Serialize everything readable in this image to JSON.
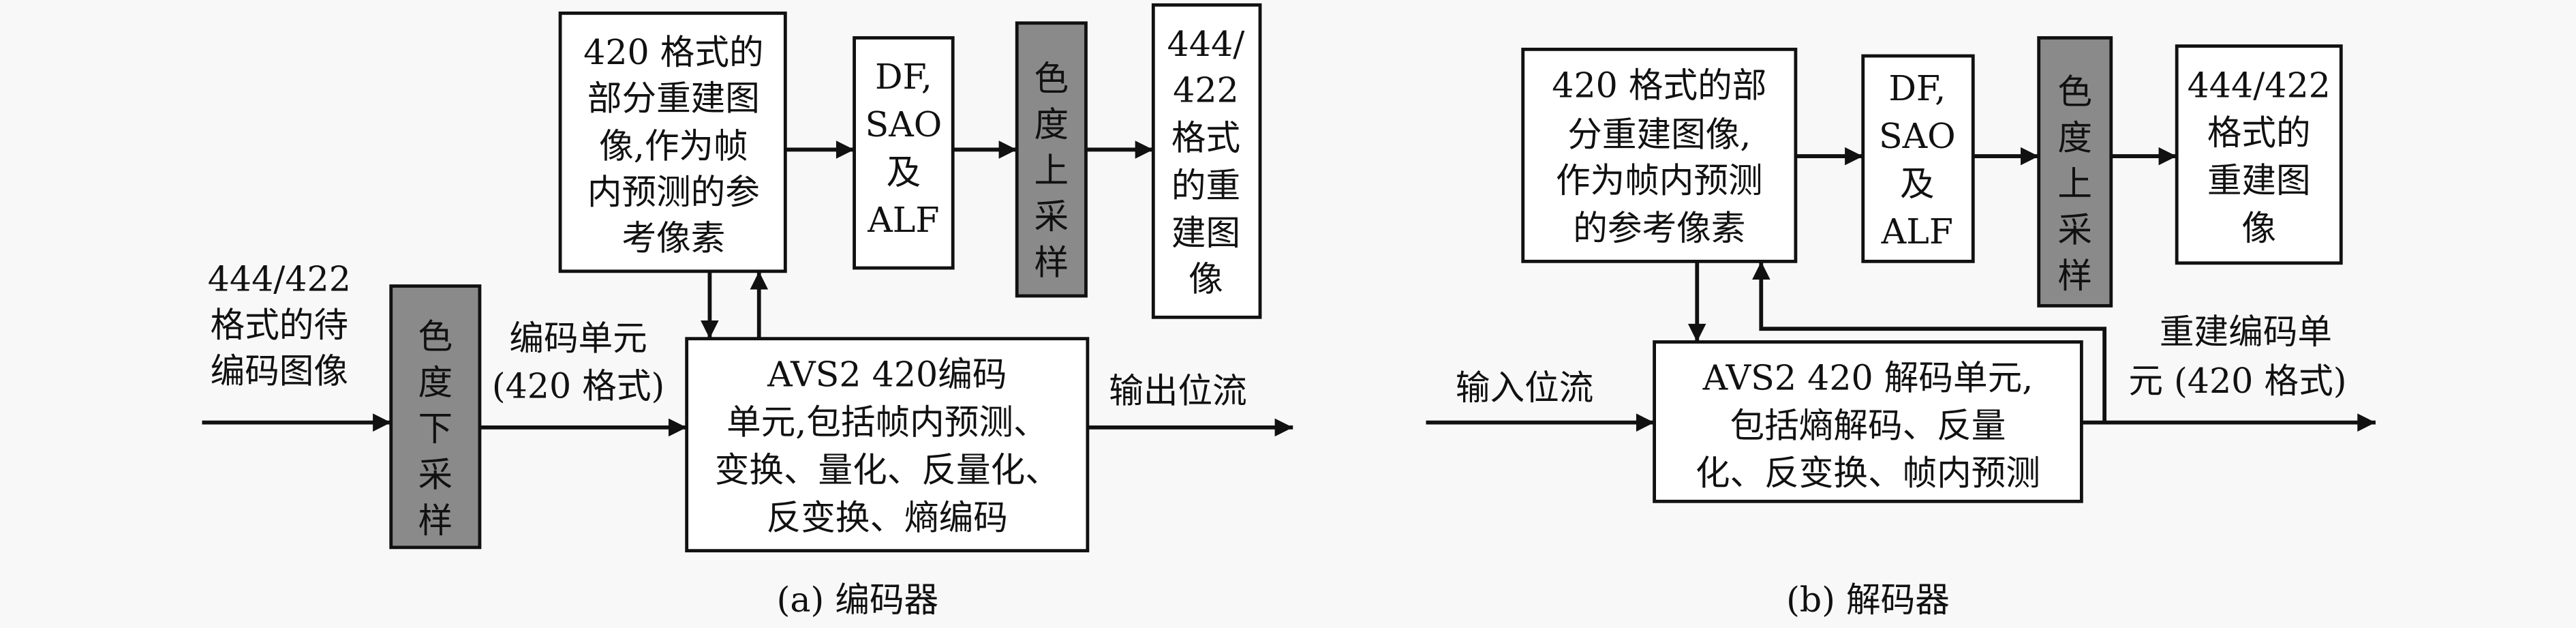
{
  "encoder": {
    "caption": "(a) 编码器",
    "input_label": [
      "444/422",
      "格式的待",
      "编码图像"
    ],
    "downsample": [
      "色",
      "度",
      "下",
      "采",
      "样"
    ],
    "cu_label": [
      "编码单元",
      "(420 格式)"
    ],
    "avs2_box": [
      "AVS2 420编码",
      "单元,包括帧内预测、",
      "变换、量化、反量化、",
      "反变换、熵编码"
    ],
    "output_label": "输出位流",
    "recon_box": [
      "420 格式的",
      "部分重建图",
      "像,作为帧",
      "内预测的参",
      "考像素"
    ],
    "filter_box": [
      "DF,",
      "SAO",
      "及",
      "ALF"
    ],
    "upsample": [
      "色",
      "度",
      "上",
      "采",
      "样"
    ],
    "result_box": [
      "444/",
      "422",
      "格式",
      "的重",
      "建图",
      "像"
    ]
  },
  "decoder": {
    "caption": "(b) 解码器",
    "input_label": "输入位流",
    "avs2_box": [
      "AVS2 420 解码单元,",
      "包括熵解码、反量",
      "化、反变换、帧内预测"
    ],
    "output_label": [
      "重建编码单",
      "元 (420 格式)"
    ],
    "recon_box": [
      "420 格式的部",
      "分重建图像,",
      "作为帧内预测",
      "的参考像素"
    ],
    "filter_box": [
      "DF,",
      "SAO",
      "及",
      "ALF"
    ],
    "upsample": [
      "色",
      "度",
      "上",
      "采",
      "样"
    ],
    "result_box": [
      "444/422",
      "格式的",
      "重建图",
      "像"
    ]
  },
  "colors": {
    "gray_block": "#8a8a8a",
    "line": "#111111"
  }
}
